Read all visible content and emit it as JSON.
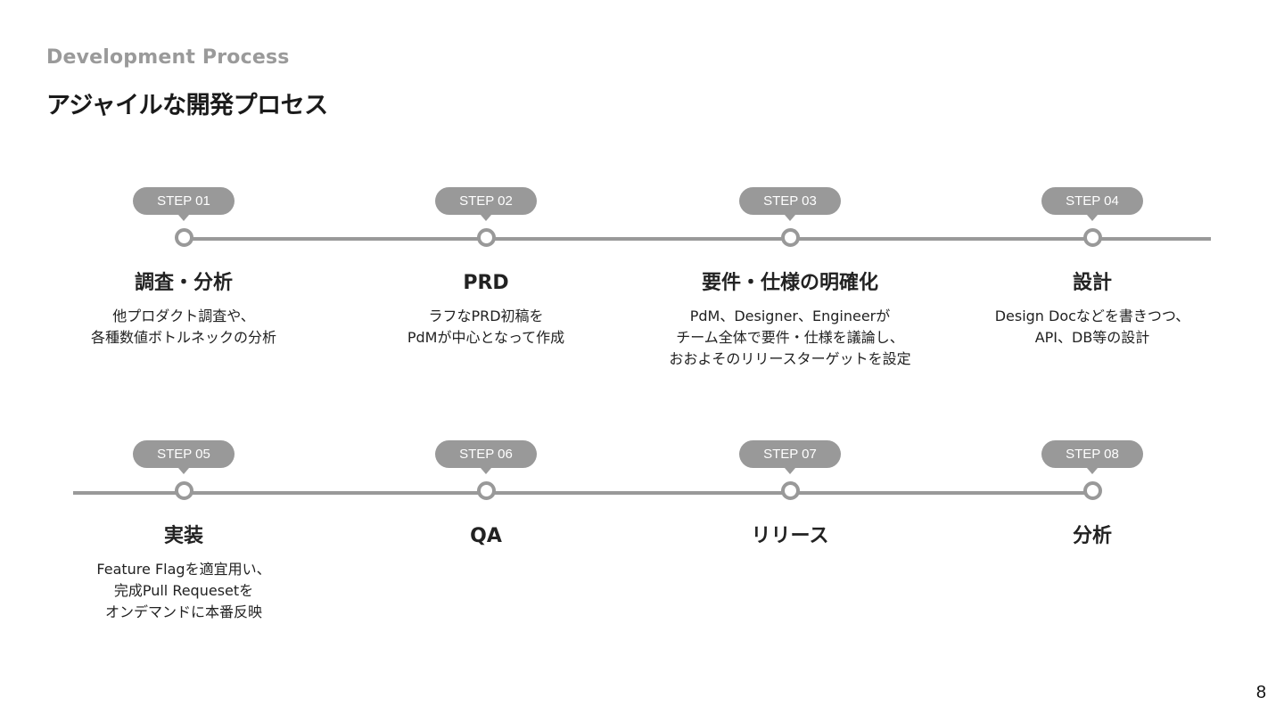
{
  "header": {
    "subtitle": "Development Process",
    "title": "アジャイルな開発プロセス"
  },
  "steps": [
    {
      "badge": "STEP 01",
      "title": "調査・分析",
      "desc": [
        "他プロダクト調査や、",
        "各種数値ボトルネックの分析"
      ]
    },
    {
      "badge": "STEP 02",
      "title": "PRD",
      "desc": [
        "ラフなPRD初稿を",
        "PdMが中心となって作成"
      ]
    },
    {
      "badge": "STEP 03",
      "title": "要件・仕様の明確化",
      "desc": [
        "PdM、Designer、Engineerが",
        "チーム全体で要件・仕様を議論し、",
        "おおよそのリリースターゲットを設定"
      ]
    },
    {
      "badge": "STEP 04",
      "title": "設計",
      "desc": [
        "Design Docなどを書きつつ、",
        "API、DB等の設計"
      ]
    },
    {
      "badge": "STEP 05",
      "title": "実装",
      "desc": [
        "Feature Flagを適宜用い、",
        "完成Pull Requesetを",
        "オンデマンドに本番反映"
      ]
    },
    {
      "badge": "STEP 06",
      "title": "QA",
      "desc": []
    },
    {
      "badge": "STEP 07",
      "title": "リリース",
      "desc": []
    },
    {
      "badge": "STEP 08",
      "title": "分析",
      "desc": []
    }
  ],
  "footer": {
    "page_number": "8"
  }
}
